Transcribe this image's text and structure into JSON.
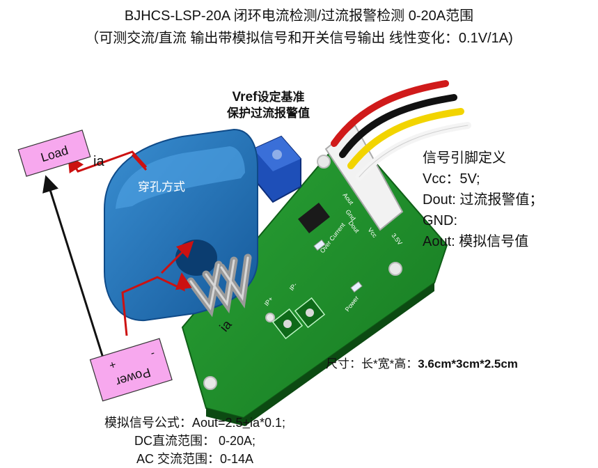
{
  "title": {
    "line1": "BJHCS-LSP-20A 闭环电流检测/过流报警检测 0-20A范围",
    "line2": "（可测交流/直流 输出带模拟信号和开关信号输出 线性变化：0.1V/1A)"
  },
  "vref_note": {
    "line1_bold": "Vref",
    "line1_rest": "设定基准",
    "line2": "保护过流报警值"
  },
  "labels": {
    "load": "Load",
    "power": "Power",
    "power_plus": "+",
    "power_minus": "-",
    "ia_top": "ia",
    "ia_bottom": "ia",
    "through_hole": "穿孔方式"
  },
  "pin_definitions": {
    "heading": "信号引脚定义",
    "items": [
      "Vcc：5V;",
      "Dout: 过流报警值；",
      "GND:",
      "Aout: 模拟信号值"
    ]
  },
  "dimensions": {
    "prefix": "尺寸：长*宽*高：",
    "value": "3.6cm*3cm*2.5cm"
  },
  "board_silkscreen": {
    "gnd": "Gnd",
    "aout": "Aout",
    "dout": "Dout",
    "vcc": "Vcc",
    "volt": "3.5V",
    "over_current": "Over Current",
    "power": "Power",
    "ip_plus": "IP+",
    "ip_minus": "IP-"
  },
  "formula": {
    "line1_pre": "模拟信号公式：Aout=2.5",
    "line1_pm": "+",
    "line1_post": "ia*0.1;",
    "line2": "DC直流范围： 0-20A;",
    "line3": "AC 交流范围：0-14A"
  },
  "colors": {
    "pcb": "#1f8f2a",
    "sensor": "#1f73b8",
    "box": "#f7a8ee",
    "arrow_red": "#cc1111",
    "wires": [
      "#d01a1a",
      "#111111",
      "#f2d400",
      "#f4f4f4"
    ]
  }
}
